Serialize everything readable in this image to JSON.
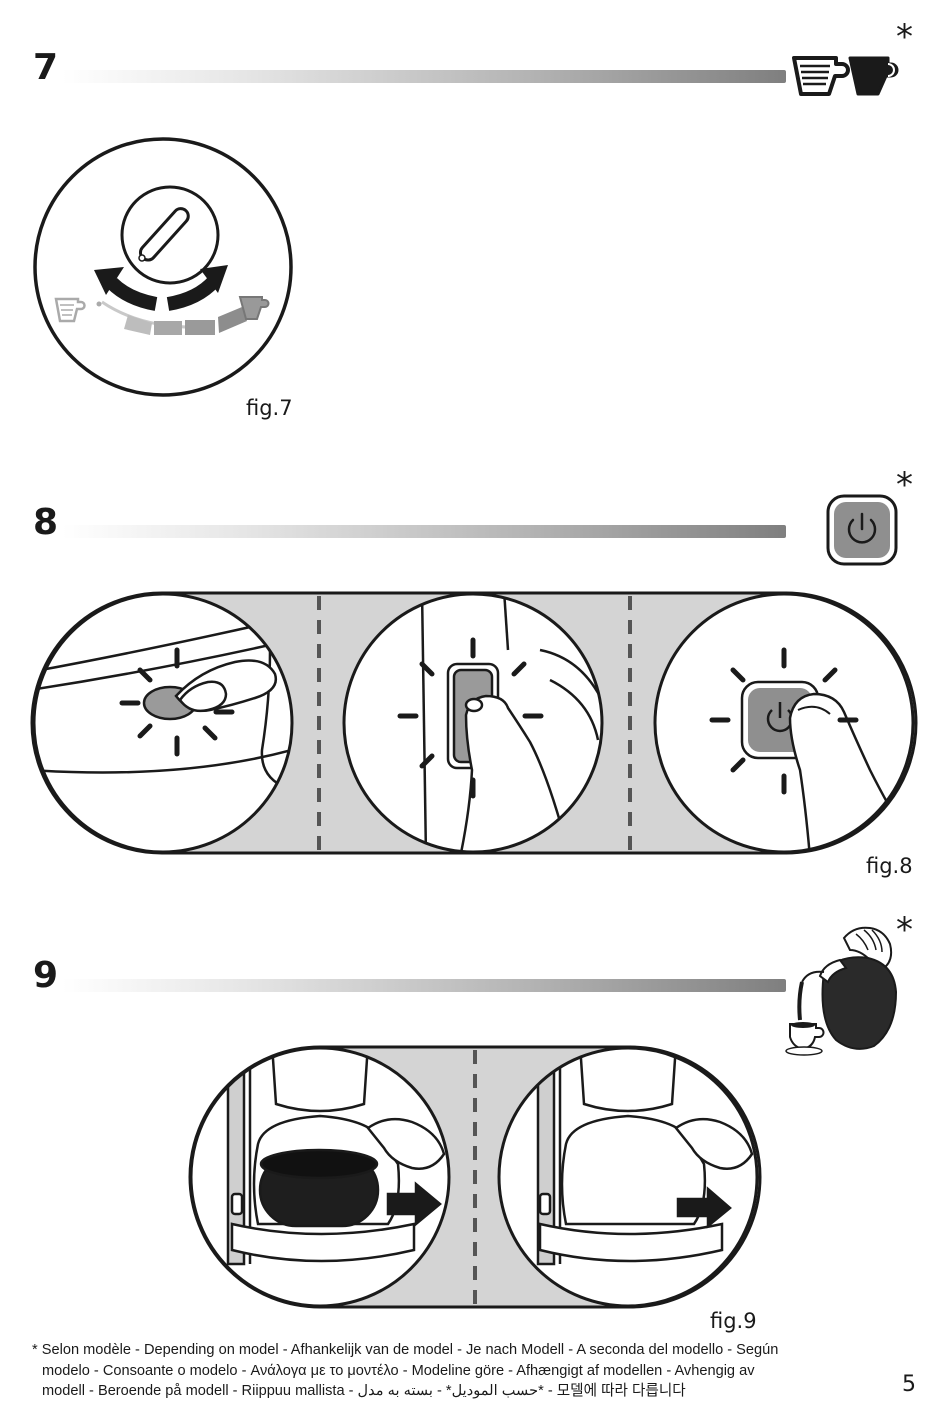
{
  "steps": [
    {
      "number": "7",
      "figure_label": "fig.7",
      "note_marker": "*"
    },
    {
      "number": "8",
      "figure_label": "fig.8",
      "note_marker": "*"
    },
    {
      "number": "9",
      "figure_label": "fig.9",
      "note_marker": "*"
    }
  ],
  "icons": {
    "step7_header": [
      "filter-cup-icon",
      "espresso-cup-icon"
    ],
    "step8_header": "power-button-icon",
    "step9_header": "pouring-carafe-icon"
  },
  "footnote": {
    "lines": [
      "* Selon modèle - Depending on model - Afhankelijk van de model - Je nach Modell - A seconda del modello - Según",
      "modelo - Consoante o modelo - Ανάλογα με το μοντέλο - Modeline göre - Afhængigt af modellen - Avhengig av",
      "modell  - Beroende på modell - Riippuu mallista - حسب الموديل* - بسته به مدل* - 모델에 따라 다릅니다"
    ]
  },
  "page_number": "5",
  "colors": {
    "band_gray": "#d4d4d4",
    "button_gray": "#8f8f8f",
    "dark": "#1a1a1a"
  }
}
